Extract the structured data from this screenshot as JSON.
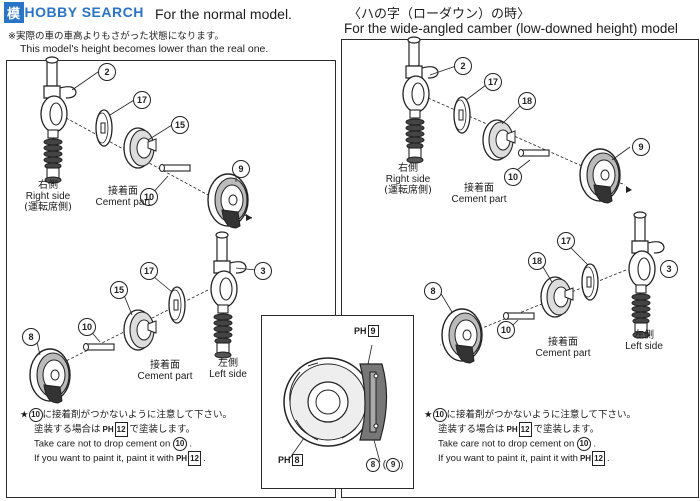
{
  "header": {
    "left_title": "For the normal model.",
    "left_sub_jp": "※実際の車の車高よりもさがった状態になります。",
    "left_sub_en": "This model's height becomes lower than the real one.",
    "right_title_jp": "〈ハの字（ローダウン）の時〉",
    "right_title_en": "For the wide-angled camber (low-downed height) model"
  },
  "watermark": {
    "box_text": "模",
    "text": "HOBBY SEARCH"
  },
  "callouts": {
    "n2": "2",
    "n17": "17",
    "n15": "15",
    "n10": "10",
    "n9": "9",
    "n3": "3",
    "n8": "8",
    "n18": "18"
  },
  "labels": {
    "right_side_jp": "右側",
    "right_side_en": "Right side",
    "drivers_side_jp": "(運転席側)",
    "cement_jp": "接着面",
    "cement_en": "Cement part",
    "left_side_jp": "左側",
    "left_side_en": "Left side"
  },
  "detail": {
    "ph9": "9",
    "ph8": "8",
    "ph_prefix": "PH",
    "part_8": "8",
    "part_9": "9"
  },
  "note": {
    "line1_jp": "に接着剤がつかないように注意して下さい。",
    "line2_jp_a": "塗装する場合は",
    "line2_jp_b": "で塗装します。",
    "line3_en": "Take care not to drop cement on",
    "line4_en": "If you want to paint it, paint it with",
    "part": "10",
    "ph_color": "12"
  }
}
